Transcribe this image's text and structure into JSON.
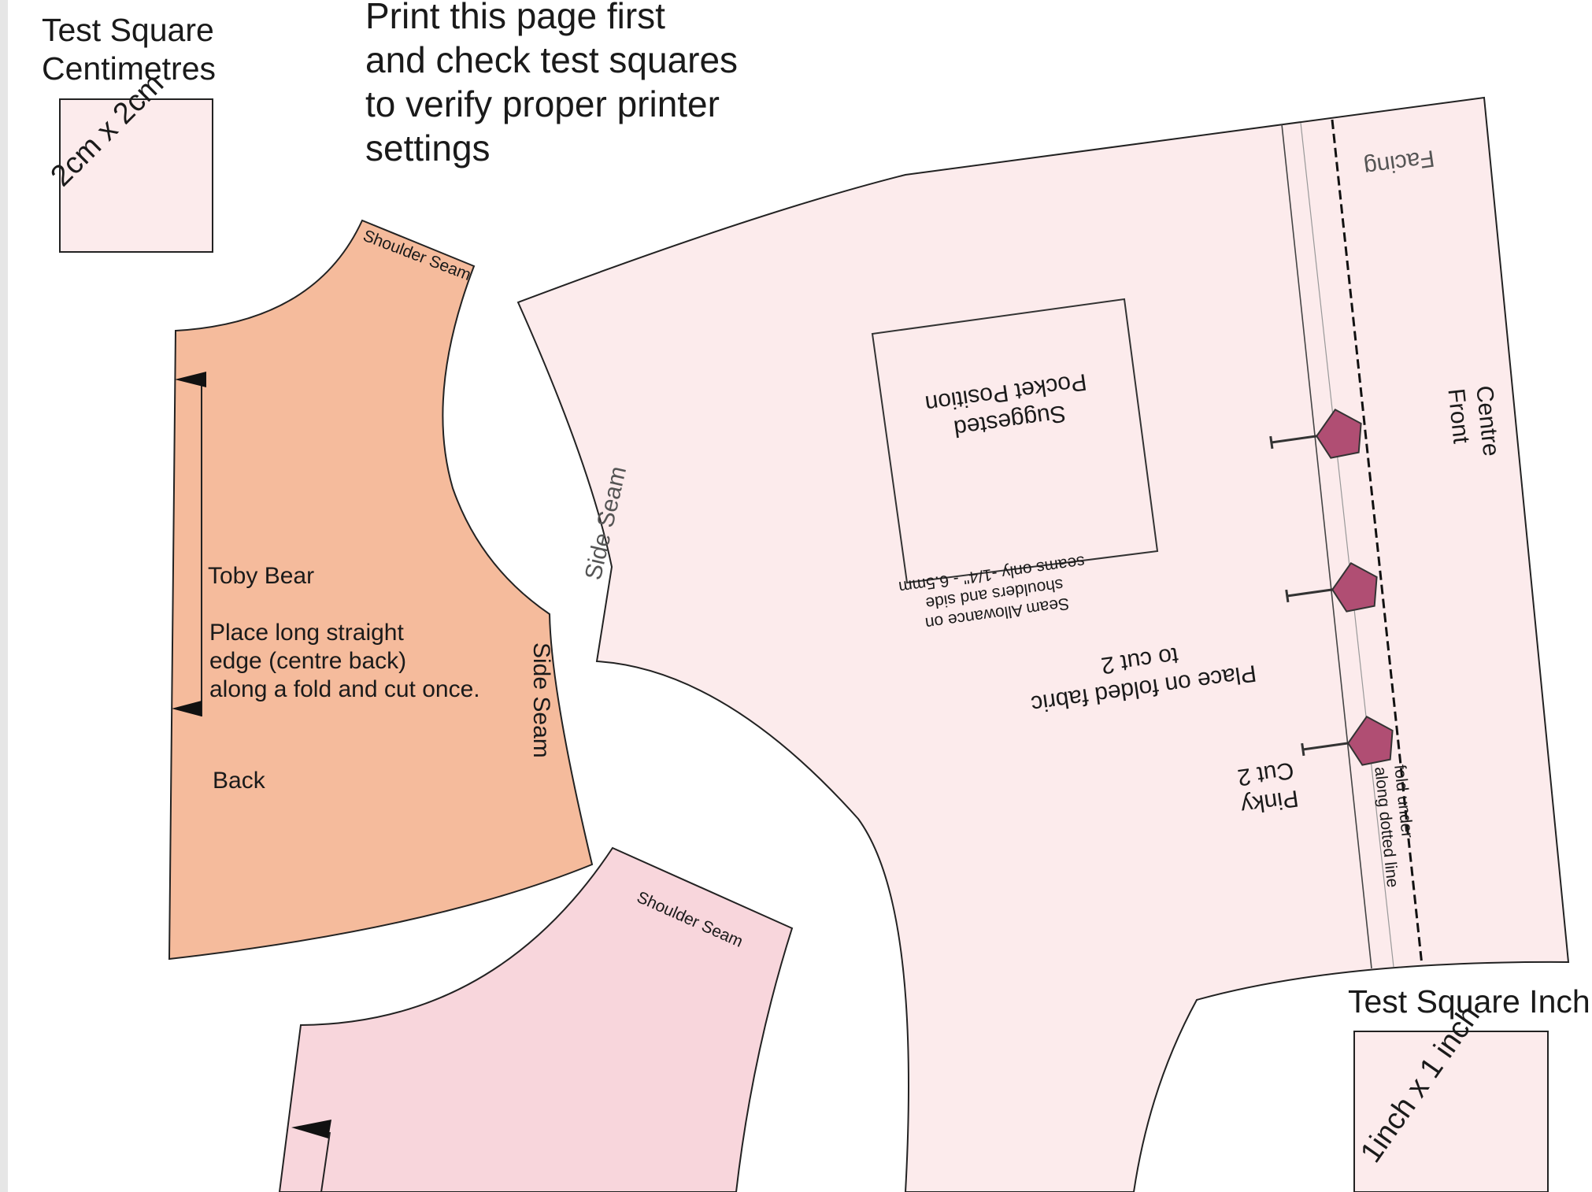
{
  "page": {
    "header_note": "Print this page first\nand check test squares\nto verify proper printer\nsettings"
  },
  "test_square_cm": {
    "heading": "Test Square\nCentimetres",
    "label": "2cm x 2cm"
  },
  "test_square_inch": {
    "heading": "Test Square Inch",
    "label": "1inch x 1 inch"
  },
  "back_piece": {
    "fill_color": "#f5bb9c",
    "shoulder_label": "Shoulder Seam",
    "side_label": "Side Seam",
    "title": "Toby Bear",
    "instructions": "Place long straight\nedge (centre back)\nalong a fold and cut once.",
    "name": "Back"
  },
  "lower_piece": {
    "fill_color": "#f8d6dc",
    "shoulder_label": "Shoulder Seam"
  },
  "front_piece": {
    "fill_color": "#fcebec",
    "button_color": "#b04e73",
    "facing_label": "Facing",
    "side_label": "Side Seam",
    "centre_label": "Centre Front",
    "pocket_label": "Suggested\nPocket Position",
    "seam_allowance": "Seam Allowance on\nshoulders and side\nseams only -1/4\" - 6.5mm",
    "place_fold": "Place on folded fabric\nto cut 2",
    "cut_note": "Pinky\nCut 2",
    "fold_note": "fold under\nalong dotted line"
  }
}
